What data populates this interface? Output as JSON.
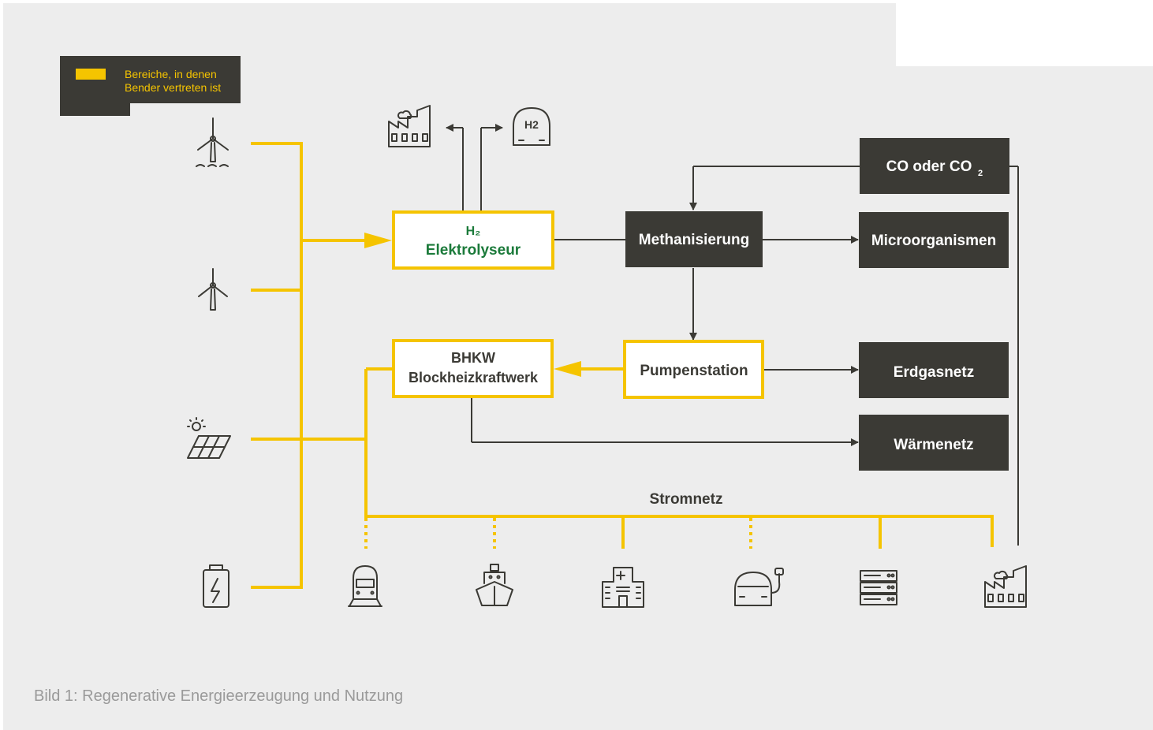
{
  "legend": {
    "label_line1": "Bereiche, in denen",
    "label_line2": "Bender vertreten ist",
    "highlight_color": "#F5C400"
  },
  "colors": {
    "background": "#EDEDED",
    "yellow": "#F5C400",
    "dark": "#3B3A35",
    "green": "#1B7A3A"
  },
  "boxes": {
    "elektrolyseur_line1": "H₂",
    "elektrolyseur_line2": "Elektrolyseur",
    "methanisierung": "Methanisierung",
    "co_label": "CO oder CO",
    "co_subscript": "2",
    "microorganismen": "Microorganismen",
    "bhkw_line1": "BHKW",
    "bhkw_line2": "Blockheizkraftwerk",
    "pumpenstation": "Pumpenstation",
    "erdgasnetz": "Erdgasnetz",
    "waermenetz": "Wärmenetz"
  },
  "stromnetz_label": "Stromnetz",
  "h2_car_label": "H2",
  "sources": [
    "offshore-wind-icon",
    "wind-turbine-icon",
    "solar-panel-icon",
    "battery-icon"
  ],
  "consumers": [
    "train-icon",
    "ship-icon",
    "hospital-icon",
    "ev-car-icon",
    "server-icon",
    "factory-icon"
  ],
  "caption": "Bild 1: Regenerative Energieerzeugung und Nutzung"
}
